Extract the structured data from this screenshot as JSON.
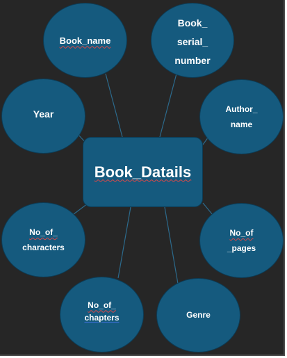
{
  "center": {
    "label": "Book_Datails"
  },
  "nodes": {
    "book_name": {
      "lines": [
        "Book_name"
      ]
    },
    "book_serial_number": {
      "lines": [
        "Book_",
        "serial_",
        "number"
      ]
    },
    "year": {
      "lines": [
        "Year"
      ]
    },
    "author_name": {
      "lines": [
        "Author_",
        "name"
      ]
    },
    "no_of_characters": {
      "lines": [
        "No_of_",
        "characters"
      ]
    },
    "no_of_pages": {
      "lines": [
        "No_of",
        "_pages"
      ]
    },
    "no_of_chapters": {
      "lines": [
        "No_of_",
        "chapters"
      ]
    },
    "genre": {
      "lines": [
        "Genre"
      ]
    }
  },
  "colors": {
    "background": "#262626",
    "node_fill": "#155a7e",
    "node_border": "#0c3c56",
    "connector": "#2c6a8c",
    "text": "#ffffff"
  }
}
